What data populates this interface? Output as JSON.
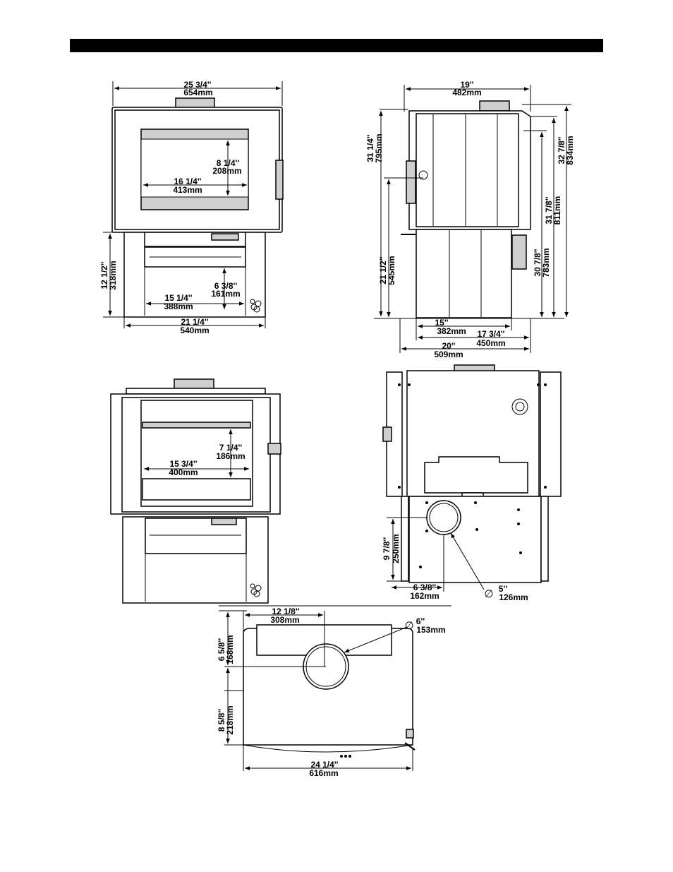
{
  "front_view": {
    "width_in": "25  3/4''",
    "width_mm": "654mm",
    "glass_h_in": "8  1/4''",
    "glass_h_mm": "208mm",
    "glass_w_in": "16  1/4''",
    "glass_w_mm": "413mm",
    "ped_h_in": "12 1/2''",
    "ped_h_mm": "318mm",
    "ash_h_in": "6  3/8''",
    "ash_h_mm": "161mm",
    "ash_w_in": "15  1/4''",
    "ash_w_mm": "388mm",
    "ped_w_in": "21  1/4''",
    "ped_w_mm": "540mm"
  },
  "side_view": {
    "depth_in": "19''",
    "depth_mm": "482mm",
    "h1_in": "31  1/4''",
    "h1_mm": "795mm",
    "h2_in": "32  7/8''",
    "h2_mm": "834mm",
    "h3_in": "31  7/8''",
    "h3_mm": "811mm",
    "h4_in": "30  7/8''",
    "h4_mm": "783mm",
    "h5_in": "21 1/2''",
    "h5_mm": "545mm",
    "d1_in": "15''",
    "d1_mm": "382mm",
    "d2_in": "17  3/4''",
    "d2_mm": "450mm",
    "d3_in": "20''",
    "d3_mm": "509mm"
  },
  "open_front": {
    "h_in": "7  1/4''",
    "h_mm": "186mm",
    "w_in": "15  3/4''",
    "w_mm": "400mm"
  },
  "rear_view": {
    "h_in": "9 7/8''",
    "h_mm": "250mm",
    "w_in": "6  3/8''",
    "w_mm": "162mm",
    "dia_in": "5''",
    "dia_mm": "126mm",
    "dia_sym": "∅"
  },
  "top_view": {
    "w1_in": "12  1/8''",
    "w1_mm": "308mm",
    "dia_in": "6''",
    "dia_mm": "153mm",
    "dia_sym": "∅",
    "h1_in": "6  5/8''",
    "h1_mm": "168mm",
    "h2_in": "8  5/8''",
    "h2_mm": "218mm",
    "w2_in": "24  1/4''",
    "w2_mm": "616mm"
  }
}
